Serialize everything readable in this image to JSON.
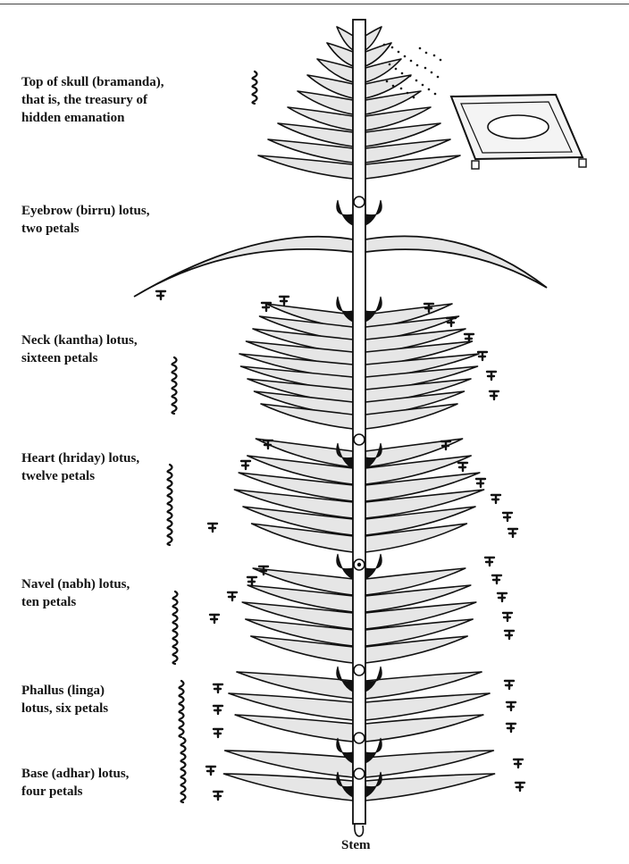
{
  "labels": [
    {
      "id": "top-of-skull",
      "lines": [
        "Top of skull (bramanda),",
        "that is, the treasury of",
        "hidden emanation"
      ]
    },
    {
      "id": "eyebrow",
      "lines": [
        "Eyebrow (birru) lotus,",
        "two petals"
      ]
    },
    {
      "id": "neck",
      "lines": [
        "Neck (kantha) lotus,",
        "sixteen petals"
      ]
    },
    {
      "id": "heart",
      "lines": [
        "Heart (hriday) lotus,",
        "twelve petals"
      ]
    },
    {
      "id": "navel",
      "lines": [
        "Navel (nabh) lotus,",
        "ten petals"
      ]
    },
    {
      "id": "phallus",
      "lines": [
        "Phallus (linga)",
        "lotus, six petals"
      ]
    },
    {
      "id": "base",
      "lines": [
        "Base (adhar) lotus,",
        "four petals"
      ]
    }
  ],
  "stem_label": "Stem",
  "colors": {
    "ink": "#111111",
    "petal_fill": "#e6e6e6",
    "paper": "#ffffff"
  }
}
